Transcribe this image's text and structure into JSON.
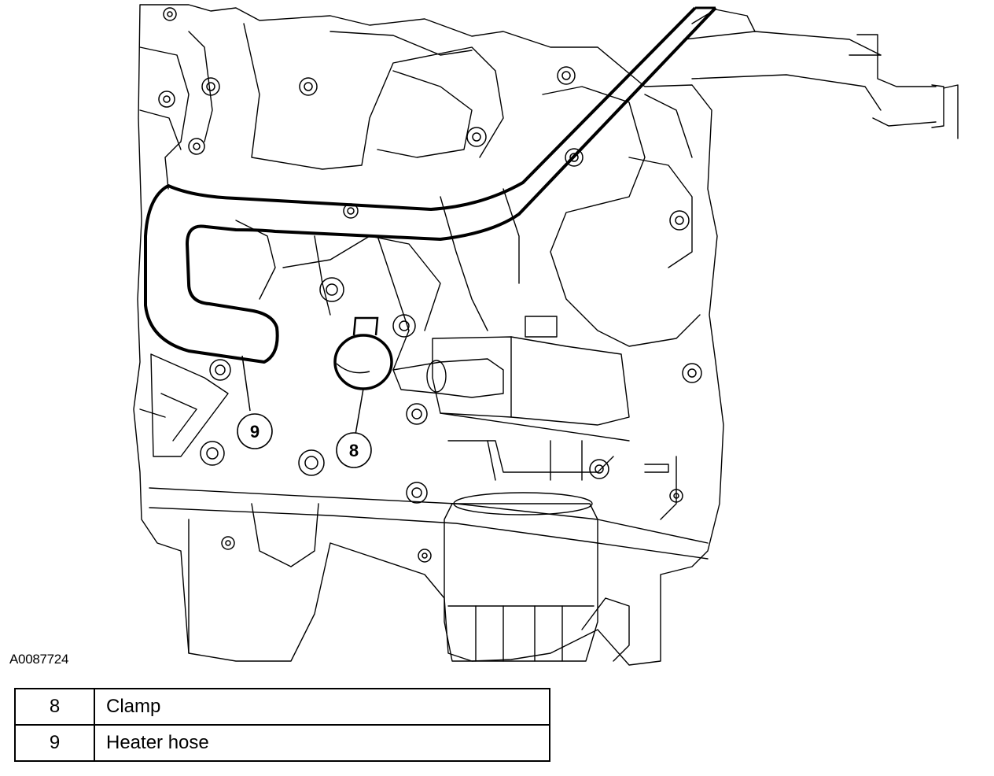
{
  "figure": {
    "id": "A0087724",
    "callouts": [
      {
        "number": "8"
      },
      {
        "number": "9"
      }
    ]
  },
  "legend": [
    {
      "number": "8",
      "description": "Clamp"
    },
    {
      "number": "9",
      "description": "Heater hose"
    }
  ]
}
